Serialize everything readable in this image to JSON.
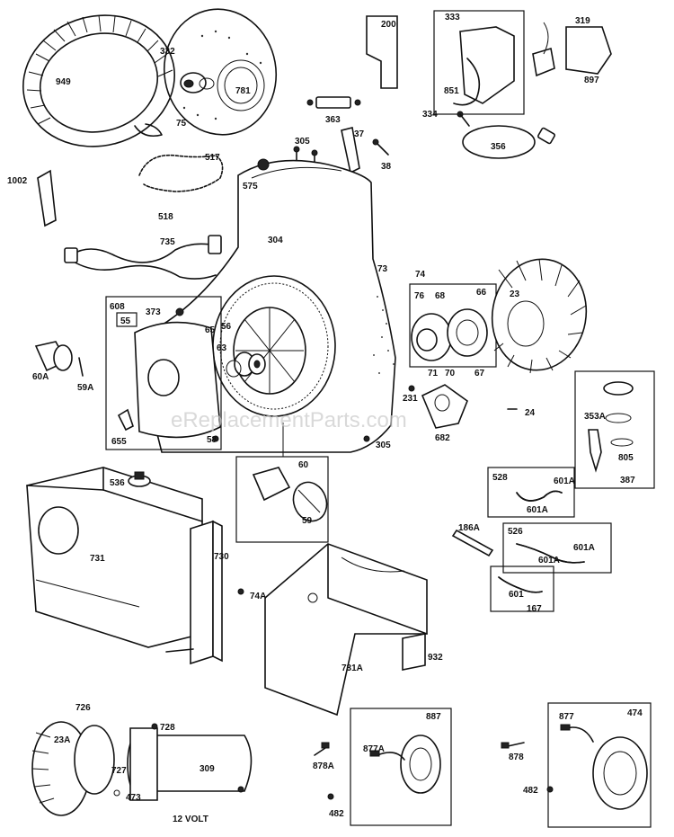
{
  "watermark": "eReplacementParts.com",
  "boxed_groups": [
    {
      "id": "333"
    },
    {
      "id": "608"
    },
    {
      "id": "55"
    },
    {
      "id": "66"
    },
    {
      "id": "60"
    },
    {
      "id": "387"
    },
    {
      "id": "528"
    },
    {
      "id": "526"
    },
    {
      "id": "167"
    },
    {
      "id": "887"
    },
    {
      "id": "474"
    }
  ],
  "labels": [
    "949",
    "332",
    "781",
    "75",
    "517",
    "518",
    "1002",
    "735",
    "200",
    "363",
    "333",
    "851",
    "319",
    "897",
    "334",
    "356",
    "37",
    "305",
    "38",
    "575",
    "304",
    "73",
    "74",
    "608",
    "55",
    "373",
    "65",
    "56",
    "63",
    "60A",
    "59A",
    "655",
    "58",
    "60",
    "59",
    "76",
    "68",
    "66",
    "23",
    "71",
    "70",
    "67",
    "231",
    "682",
    "24",
    "305",
    "353A",
    "805",
    "387",
    "528",
    "601A",
    "601A",
    "186A",
    "526",
    "601A",
    "601A",
    "601",
    "167",
    "536",
    "731",
    "730",
    "74A",
    "731A",
    "932",
    "726",
    "728",
    "23A",
    "727",
    "309",
    "473",
    "12 VOLT",
    "878A",
    "482",
    "887",
    "877A",
    "878",
    "877",
    "474",
    "482"
  ]
}
